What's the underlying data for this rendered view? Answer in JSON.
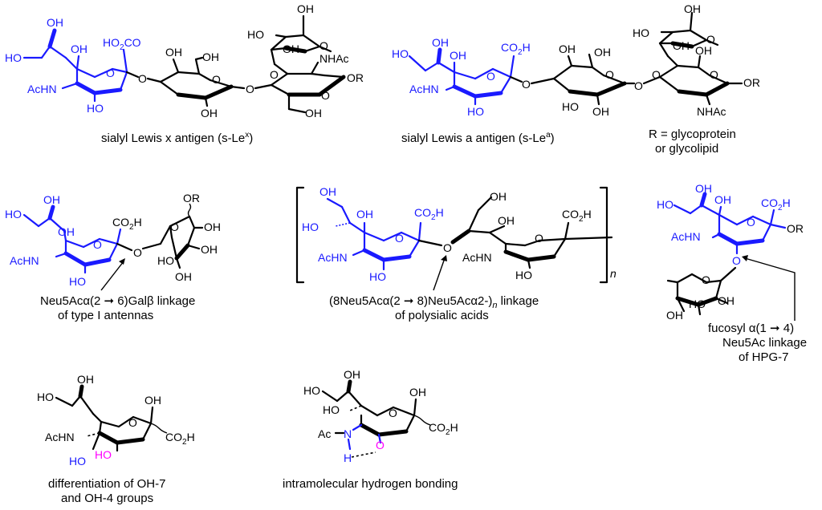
{
  "captions": {
    "slex": "sialyl Lewis x antigen (s-Le",
    "slex_sup": "x",
    "slea": "sialyl Lewis a antigen (s-Le",
    "slea_sup": "a",
    "close_paren": ")",
    "r_def_line1": "R = glycoprotein",
    "r_def_line2": "or glycolipid",
    "type1_line1": "Neu5Acα(2 ➞ 6)Galβ linkage",
    "type1_line2": "of type I antennas",
    "polysialic_line1": "(8Neu5Acα(2 ➞ 8)Neu5Acα2-)",
    "polysialic_n": "n",
    "polysialic_line1_tail": " linkage",
    "polysialic_line2": "of polysialic acids",
    "hpg7_line1": "fucosyl α(1 ➞ 4)",
    "hpg7_line2": "Neu5Ac linkage",
    "hpg7_line3": "of HPG-7",
    "oh7_line1": "differentiation of OH-7",
    "oh7_line2": "and OH-4 groups",
    "hbond_line1": "intramolecular hydrogen bonding"
  },
  "labels": {
    "OH": "OH",
    "HO": "HO",
    "HO2C": "HO",
    "CO2H": "CO",
    "two": "2",
    "H": "H",
    "AcHN": "AcHN",
    "NHAc": "NHAc",
    "O": "O",
    "OR": "OR",
    "RO": "OR",
    "R": "R",
    "N": "N",
    "Ac": "Ac",
    "n": "n"
  },
  "colors": {
    "black": "#000000",
    "blue": "#1a1aff",
    "magenta": "#ff00ff"
  }
}
